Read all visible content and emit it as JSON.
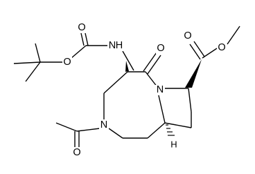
{
  "molecule": {
    "atoms": {
      "o_carbamate_carbonyl": "O",
      "o_carbamate_ester": "O",
      "n_carbamate": "N",
      "h_carbamate": "H",
      "o_lactam": "O",
      "n_ring_bridge": "N",
      "o_ester_carbonyl": "O",
      "o_ester_methoxy": "O",
      "n_acetyl": "N",
      "o_acetyl": "O",
      "h_stereo": "H"
    },
    "colors": {
      "bond": "#000000",
      "text": "#000000",
      "background": "#ffffff"
    }
  }
}
